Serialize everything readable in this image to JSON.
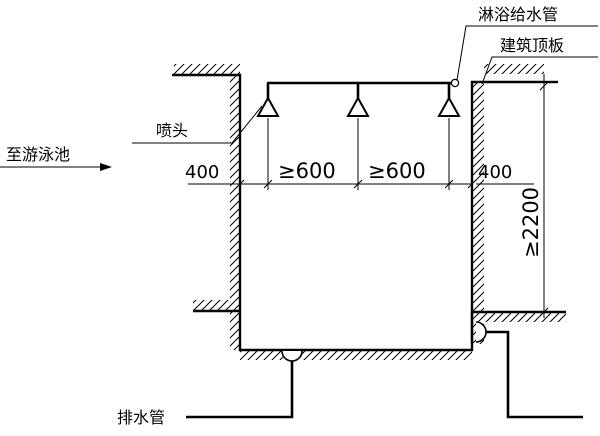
{
  "labels": {
    "shower_pipe": "淋浴给水管",
    "ceiling": "建筑顶板",
    "to_pool": "至游泳池",
    "sprinkler": "喷头",
    "drain": "排水管"
  },
  "dimensions": {
    "left_margin": "400",
    "spacing_1": "≥600",
    "spacing_2": "≥600",
    "right_margin": "400",
    "height": "≥2200"
  }
}
